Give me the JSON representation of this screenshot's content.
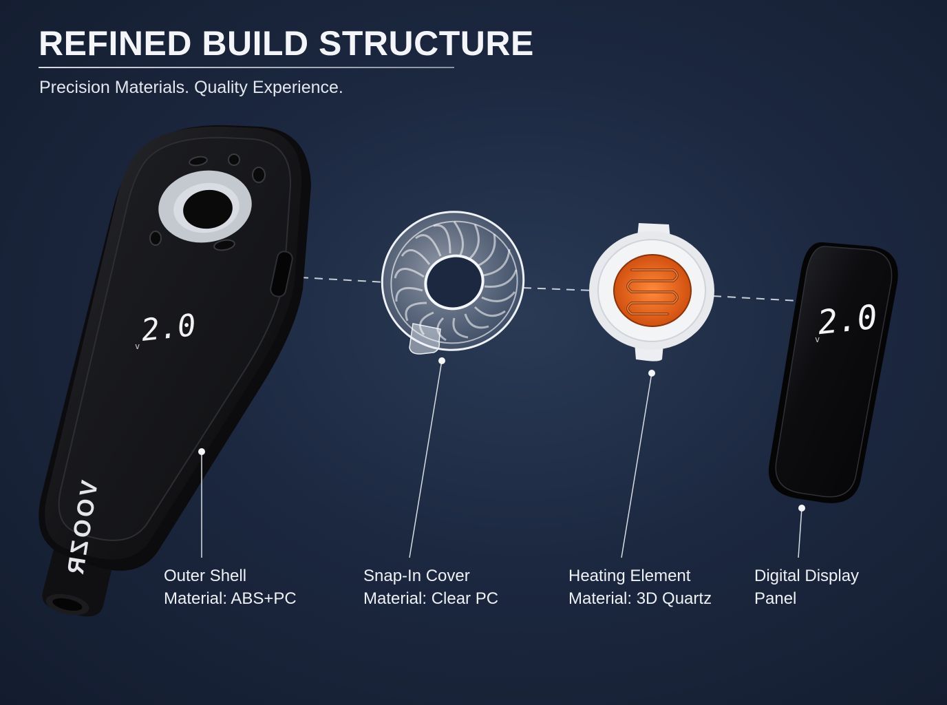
{
  "header": {
    "title": "REFINED BUILD STRUCTURE",
    "subtitle": "Precision Materials. Quality Experience."
  },
  "device": {
    "brand": "VOOZR",
    "display_value": "2.0",
    "display_unit": "v"
  },
  "panel": {
    "display_value": "2.0",
    "display_unit": "v"
  },
  "callouts": [
    {
      "line1": "Outer Shell",
      "line2": "Material: ABS+PC"
    },
    {
      "line1": "Snap-In Cover",
      "line2": "Material: Clear PC"
    },
    {
      "line1": "Heating Element",
      "line2": "Material: 3D Quartz"
    },
    {
      "line1": "Digital Display",
      "line2": "Panel"
    }
  ],
  "colors": {
    "background": "#1c2840",
    "device_body": "#141416",
    "heating_coil": "#e8621a",
    "text": "#eef1f5"
  }
}
